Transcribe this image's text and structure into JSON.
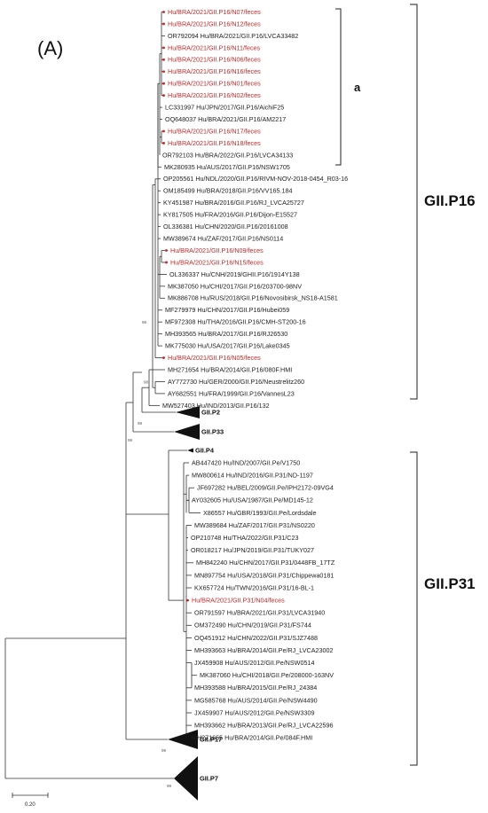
{
  "panel_label": "(A)",
  "subclade_label": "a",
  "group_labels": [
    "GII.P16",
    "GII.P31"
  ],
  "scale_label": "0.20",
  "highlight_color": "#c62828",
  "p16_leaves": [
    {
      "label": "Hu/BRA/2021/GII.P16/N07/feces",
      "hl": true
    },
    {
      "label": "Hu/BRA/2021/GII.P16/N12/feces",
      "hl": true
    },
    {
      "label": "OR792094 Hu/BRA/2021/GII.P16/LVCA33482",
      "hl": false
    },
    {
      "label": "Hu/BRA/2021/GII.P16/N11/feces",
      "hl": true
    },
    {
      "label": "Hu/BRA/2021/GII.P16/N06/feces",
      "hl": true
    },
    {
      "label": "Hu/BRA/2021/GII.P16/N16/feces",
      "hl": true
    },
    {
      "label": "Hu/BRA/2021/GII.P16/N01/feces",
      "hl": true
    },
    {
      "label": "Hu/BRA/2021/GII.P16/N02/feces",
      "hl": true
    },
    {
      "label": "LC331997 Hu/JPN/2017/GII.P16/AichiF25",
      "hl": false
    },
    {
      "label": "OQ648037 Hu/BRA/2021/GII.P16/AM2217",
      "hl": false
    },
    {
      "label": "Hu/BRA/2021/GII.P16/N17/feces",
      "hl": true
    },
    {
      "label": "Hu/BRA/2021/GII.P16/N18/feces",
      "hl": true
    },
    {
      "label": "OR792103 Hu/BRA/2022/GII.P16/LVCA34133",
      "hl": false
    },
    {
      "label": "MK280935 Hu/AUS/2017/GII.P16/NSW1705",
      "hl": false
    },
    {
      "label": "OP205561 Hu/NDL/2020/GII.P16/RIVM-NOV-2018-0454_R03-16",
      "hl": false
    },
    {
      "label": "OM185499 Hu/BRA/2018/GII.P16/VV165.184",
      "hl": false
    },
    {
      "label": "KY451987 Hu/BRA/2016/GII.P16/RJ_LVCA25727",
      "hl": false
    },
    {
      "label": "KY817505 Hu/FRA/2016/GII.P16/Dijon-E15527",
      "hl": false
    },
    {
      "label": "OL336381 Hu/CHN/2020/GII.P16/20161008",
      "hl": false
    },
    {
      "label": "MW389674 Hu/ZAF/2017/GII.P16/NS0114",
      "hl": false
    },
    {
      "label": "Hu/BRA/2021/GII.P16/N09/feces",
      "hl": true
    },
    {
      "label": "Hu/BRA/2021/GII.P16/N15/feces",
      "hl": true
    },
    {
      "label": "OL336337 Hu/CNH/2019/GHII.P16/1914Y138",
      "hl": false
    },
    {
      "label": "MK387050 Hu/CHI/2017/GII.P16/203700-98NV",
      "hl": false
    },
    {
      "label": "MK886708 Hu/RUS/2018/GII.P16/Novosibirsk_NS18-A1581",
      "hl": false
    },
    {
      "label": "MF279979 Hu/CHN/2017/GII.P16/Hubei059",
      "hl": false
    },
    {
      "label": "MF972308 Hu/THA/2016/GII.P16/CMH-ST200-16",
      "hl": false
    },
    {
      "label": "MH393565 Hu/BRA/2017/GII.P16/RJ26530",
      "hl": false
    },
    {
      "label": "MK775030 Hu/USA/2017/GII.P16/Lake0345",
      "hl": false
    },
    {
      "label": "Hu/BRA/2021/GII.P16/N05/feces",
      "hl": true
    },
    {
      "label": "MH271654 Hu/BRA/2014/GII.P16/080F.HMI",
      "hl": false
    },
    {
      "label": "AY772730 Hu/GER/2000/GII.P16/Neustrelitz260",
      "hl": false
    },
    {
      "label": "AY682551 Hu/FRA/1999/GII.P16/VannesL23",
      "hl": false
    },
    {
      "label": "MW527403 Hu/IND/2013/GII.P16/132",
      "hl": false
    }
  ],
  "mid_clades": [
    "GII.P2",
    "GII.P33",
    "GII.P4"
  ],
  "p31_leaves": [
    {
      "label": "AB447420 Hu/IND/2007/GII.Pe/V1750",
      "hl": false
    },
    {
      "label": "MW800614 Hu/IND/2016/GII.P31/ND-1197",
      "hl": false
    },
    {
      "label": "JF697282 Hu/BEL/2009/GII.Pe/IPH2172-09VG4",
      "hl": false
    },
    {
      "label": "AY032605 Hu/USA/1987/GII.Pe/MD145-12",
      "hl": false
    },
    {
      "label": "X86557 Hu/GBR/1993/GII.Pe/Lordsdale",
      "hl": false
    },
    {
      "label": "MW389684 Hu/ZAF/2017/GII.P31/NS0220",
      "hl": false
    },
    {
      "label": "OP210748 Hu/THA/2022/GII.P31/C23",
      "hl": false
    },
    {
      "label": "OR018217 Hu/JPN/2019/GII.P31/TUKY027",
      "hl": false
    },
    {
      "label": "MH842240 Hu/CHN/2017/GII.P31/0448FB_17TZ",
      "hl": false
    },
    {
      "label": "MN897754 Hu/USA/2018/GII.P31/Chippewa0181",
      "hl": false
    },
    {
      "label": "KX657724 Hu/TWN/2016/GII.P31/16-BL-1",
      "hl": false
    },
    {
      "label": "Hu/BRA/2021/GII.P31/N04/feces",
      "hl": true
    },
    {
      "label": "OR791597 Hu/BRA/2021/GII.P31/LVCA31940",
      "hl": false
    },
    {
      "label": "OM372490 Hu/CHN/2019/GII.P31/FS744",
      "hl": false
    },
    {
      "label": "OQ451912 Hu/CHN/2022/GII.P31/SJZ7488",
      "hl": false
    },
    {
      "label": "MH393663 Hu/BRA/2014/GII.Pe/RJ_LVCA23002",
      "hl": false
    },
    {
      "label": "JX459908 Hu/AUS/2012/GII.Pe/NSW0514",
      "hl": false
    },
    {
      "label": "MK387060 Hu/CHI/2018/GII.Pe/208000-163NV",
      "hl": false
    },
    {
      "label": "MH393588 Hu/BRA/2015/GII.Pe/RJ_24384",
      "hl": false
    },
    {
      "label": "MG585768 Hu/AUS/2014/GII.Pe/NSW4490",
      "hl": false
    },
    {
      "label": "JX459907 Hu/AUS/2012/GII.Pe/NSW3309",
      "hl": false
    },
    {
      "label": "MH393662 Hu/BRA/2013/GII.Pe/RJ_LVCA22596",
      "hl": false
    },
    {
      "label": "MH271655 Hu/BRA/2014/GII.Pe/084F.HMI",
      "hl": false
    }
  ],
  "bottom_clades": [
    "GII.P17",
    "GII.P7"
  ],
  "bootstrap_labels": [
    "98",
    "98",
    "98",
    "99",
    "99",
    "99"
  ]
}
